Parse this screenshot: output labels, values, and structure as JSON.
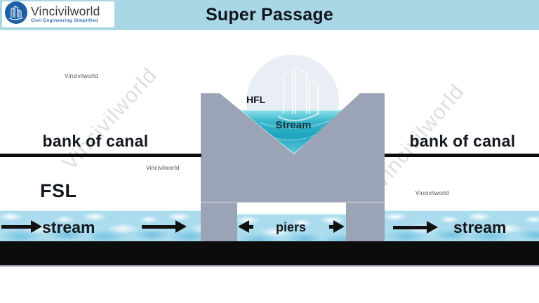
{
  "header": {
    "title": "Super Passage",
    "logo": {
      "name": "Vincivilworld",
      "tagline": "Civil Engineering Simplified"
    }
  },
  "canal": {
    "bank_left_label": "bank of canal",
    "bank_right_label": "bank of canal",
    "fsl_label": "FSL"
  },
  "aqueduct": {
    "hfl_label": "HFL",
    "trough_stream_label": "Stream",
    "piers_label": "piers"
  },
  "streams": {
    "left_label": "stream",
    "right_label": "stream"
  },
  "watermarks": {
    "small": "Vincivilworld",
    "diagonal": "Vincivilworld"
  },
  "icons": {
    "logo": "buildings-icon",
    "flow_arrows": [
      "flow-arrow-right-icon",
      "flow-arrow-left-icon"
    ]
  },
  "colors": {
    "header_bg": "#a9d7e6",
    "logo_blue": "#1d5fa7",
    "structure_gray": "#9ba3b6",
    "trough_teal": "#1ea4bf",
    "stream_blue": "#aadcee",
    "ground_black": "#0c0c0c",
    "watermark_gray": "#8d97a7"
  }
}
